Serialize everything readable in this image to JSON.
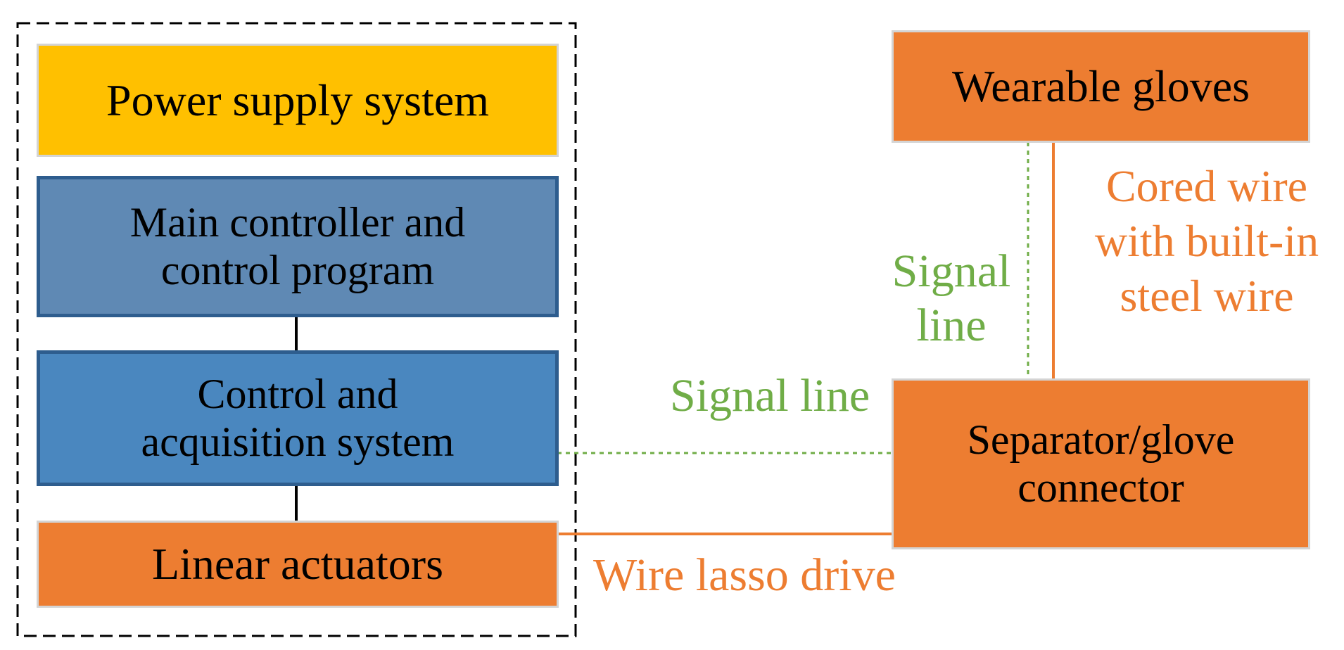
{
  "colors": {
    "power_fill": "#FFC000",
    "main_controller_fill": "#5F89B4",
    "control_fill": "#4A87BF",
    "blue_border": "#2E5D8E",
    "orange_fill": "#ED7D31",
    "orange_border": "#D4D4D4",
    "signal_green": "#70AD47",
    "wire_orange": "#ED7D31",
    "connector_black": "#000000",
    "dashed_border": "#000000"
  },
  "boxes": {
    "power_supply": {
      "text": "Power supply system"
    },
    "main_controller": {
      "line1": "Main controller and",
      "line2": "control program"
    },
    "control_acquisition": {
      "line1": "Control and",
      "line2": "acquisition system"
    },
    "linear_actuators": {
      "text": "Linear actuators"
    },
    "wearable_gloves": {
      "text": "Wearable gloves"
    },
    "separator": {
      "line1": "Separator/glove",
      "line2": "connector"
    }
  },
  "labels": {
    "signal_line_horizontal": "Signal line",
    "signal_line_vertical_1": "Signal",
    "signal_line_vertical_2": "line",
    "cored_wire_1": "Cored wire",
    "cored_wire_2": "with built-in",
    "cored_wire_3": "steel wire",
    "wire_lasso_drive": "Wire lasso drive"
  }
}
